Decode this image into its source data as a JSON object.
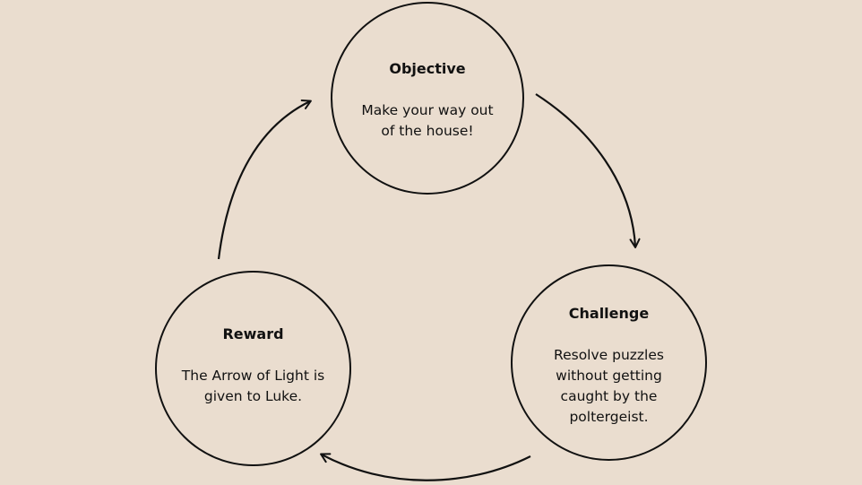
{
  "diagram": {
    "type": "cycle",
    "nodes": [
      {
        "id": "objective",
        "title": "Objective",
        "description": "Make your way out of the house!"
      },
      {
        "id": "challenge",
        "title": "Challenge",
        "description": "Resolve puzzles without getting caught by the poltergeist."
      },
      {
        "id": "reward",
        "title": "Reward",
        "description": "The Arrow of Light is given to Luke."
      }
    ],
    "edges": [
      {
        "from": "objective",
        "to": "challenge"
      },
      {
        "from": "challenge",
        "to": "reward"
      },
      {
        "from": "reward",
        "to": "objective"
      }
    ]
  },
  "colors": {
    "background": "#EADDCF",
    "stroke": "#111111"
  }
}
